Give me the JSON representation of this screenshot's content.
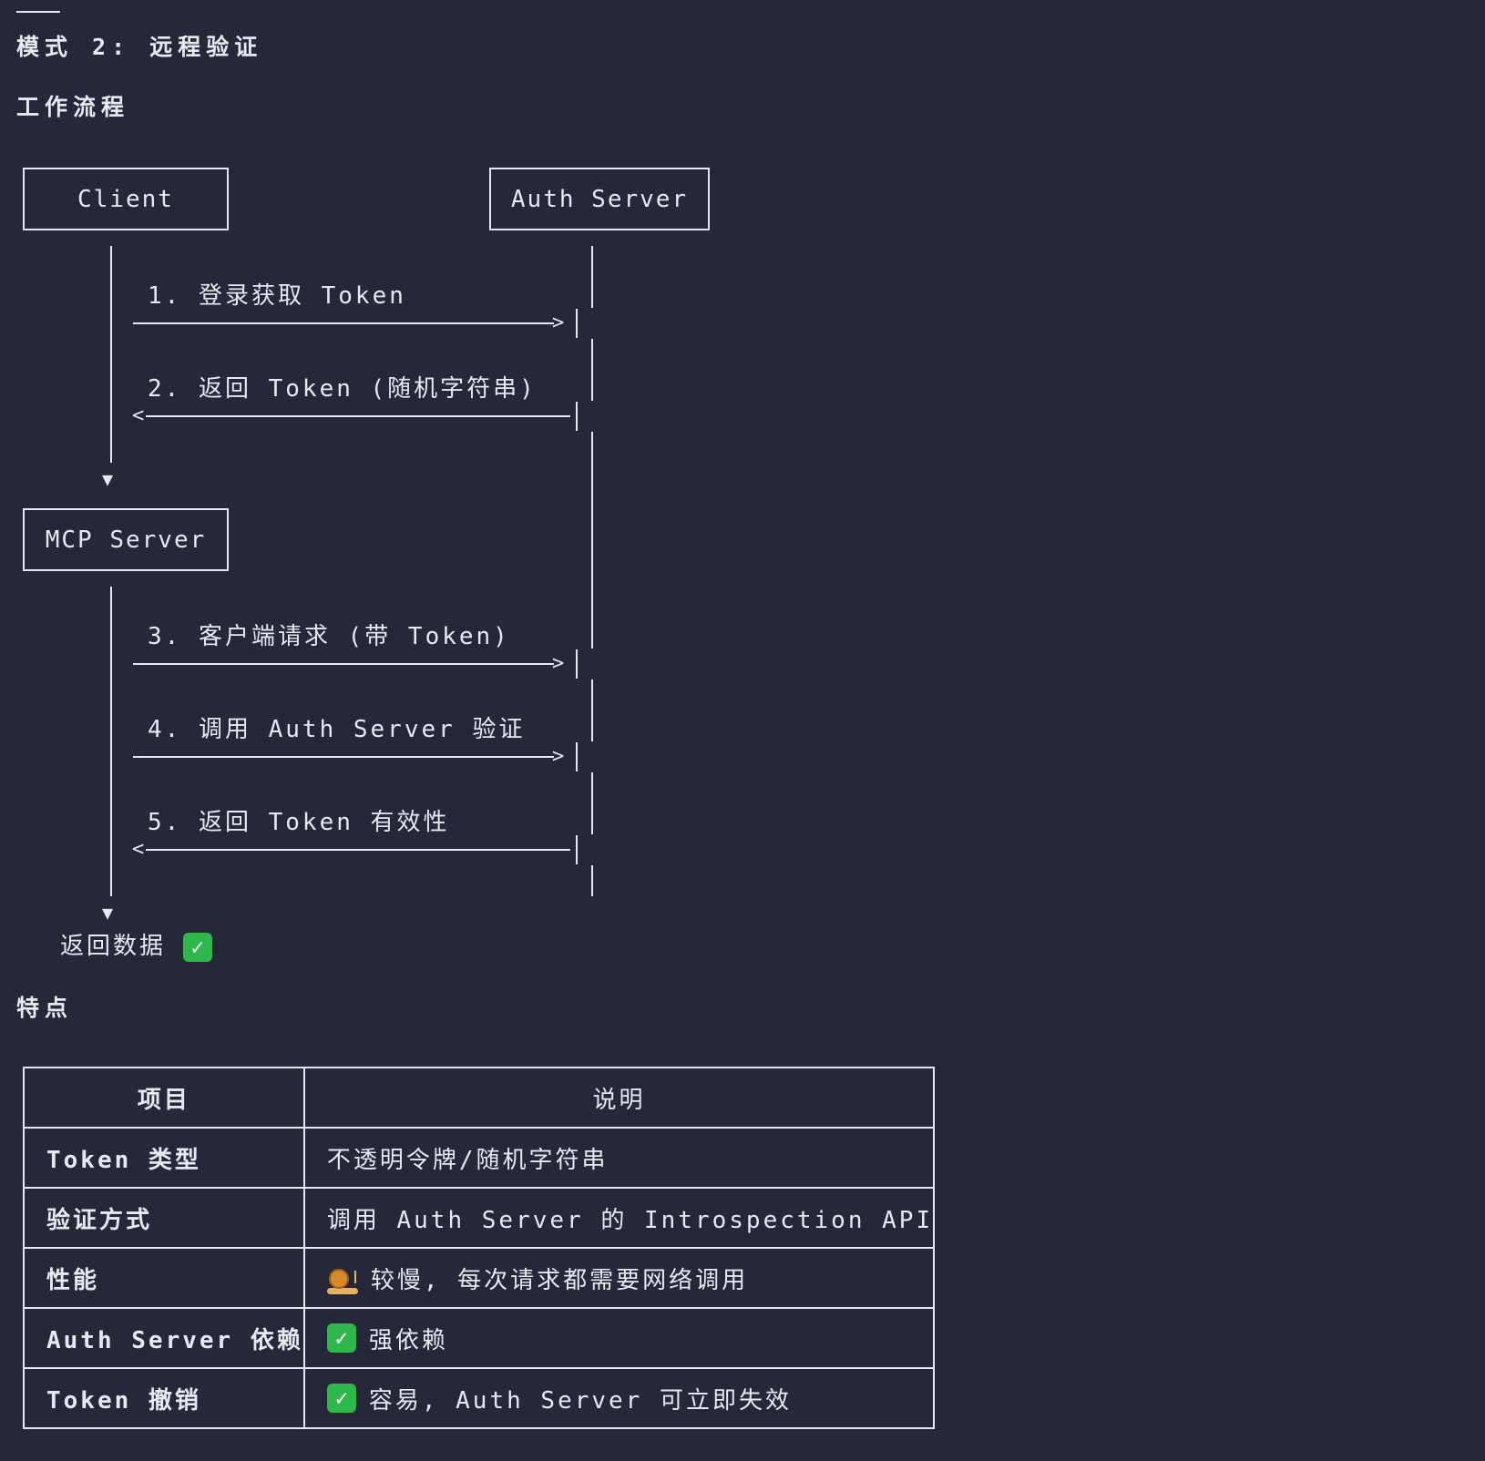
{
  "header": {
    "section_title": "模式 2: 远程验证",
    "workflow_title": "工作流程",
    "features_title": "特点"
  },
  "diagram": {
    "client_label": "Client",
    "auth_server_label": "Auth Server",
    "mcp_server_label": "MCP Server",
    "steps": [
      "1. 登录获取 Token",
      "2. 返回 Token (随机字符串)",
      "3. 客户端请求 (带 Token)",
      "4. 调用 Auth Server 验证",
      "5. 返回 Token 有效性"
    ],
    "result_label": "返回数据"
  },
  "features_table": {
    "headers": [
      "项目",
      "说明"
    ],
    "rows": [
      {
        "key": "Token 类型",
        "value": "不透明令牌/随机字符串",
        "icon": ""
      },
      {
        "key": "验证方式",
        "value": "调用 Auth Server 的 Introspection API",
        "icon": ""
      },
      {
        "key": "性能",
        "value": "较慢, 每次请求都需要网络调用",
        "icon": "snail-icon"
      },
      {
        "key": "Auth Server 依赖",
        "value": "强依赖",
        "icon": "check-icon"
      },
      {
        "key": "Token 撤销",
        "value": "容易, Auth Server 可立即失效",
        "icon": "check-icon"
      }
    ]
  },
  "colors": {
    "background": "#252839",
    "foreground": "#e8e8ee",
    "check": "#2fb84a"
  }
}
